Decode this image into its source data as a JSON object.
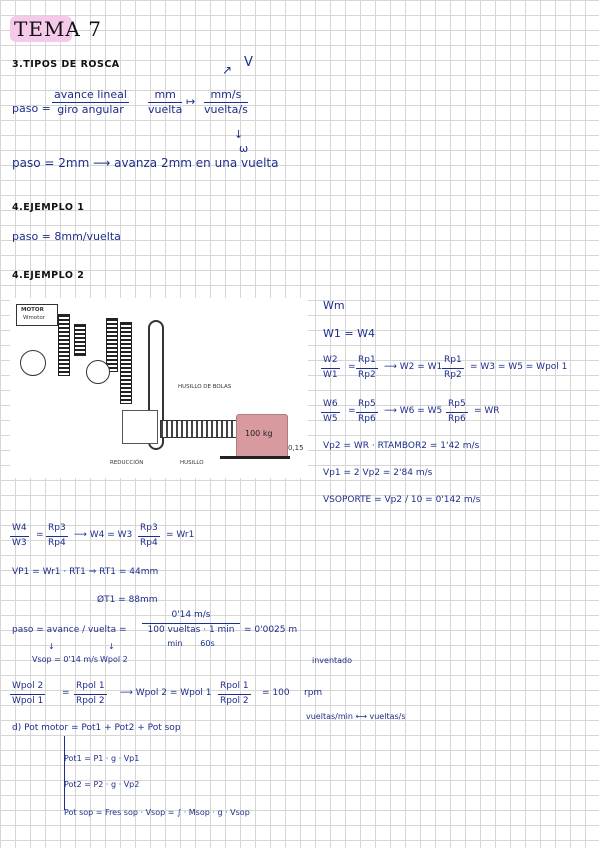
{
  "title": "TEMA 7",
  "section3": {
    "heading": "3.TIPOS DE ROSCA",
    "paso_label": "paso =",
    "frac_num": "avance lineal",
    "frac_den": "giro angular",
    "unit_num": "mm",
    "unit_den": "vuelta",
    "conv_num": "mm/s",
    "conv_den": "vuelta/s",
    "v_label": "V",
    "w_label": "ω",
    "example_line": "paso = 2mm ⟶ avanza 2mm en una vuelta"
  },
  "section4": {
    "heading": "4.EJEMPLO 1",
    "line": "paso = 8mm/vuelta"
  },
  "section5": {
    "heading": "4.EJEMPLO 2"
  },
  "diagram": {
    "motor_label": "MOTOR",
    "motor_sub": "Wmotor",
    "load_label": "100 kg",
    "screw_label": "HUSILLO DE BOLAS",
    "bottom_left": "REDUCCIÓN",
    "bottom_right": "HUSILLO",
    "dim_label": "0,15"
  },
  "right_notes": {
    "l1": "Wm",
    "l2": "W1 = W4",
    "eq3_num1": "W2",
    "eq3_den1": "W1",
    "eq3_num2": "Rp1",
    "eq3_den2": "Rp2",
    "eq3_rest_a": "⟶ W2 = W1",
    "eq3_num3": "Rp1",
    "eq3_den3": "Rp2",
    "eq3_rest_b": "= W3 = W5 = Wpol 1",
    "eq4_num1": "W6",
    "eq4_den1": "W5",
    "eq4_num2": "Rp5",
    "eq4_den2": "Rp6",
    "eq4_rest_a": "⟶ W6 = W5",
    "eq4_num3": "Rp5",
    "eq4_den3": "Rp6",
    "eq4_rest_b": "= WR",
    "l5": "Vp2 = WR · RTAMBOR2 = 1'42 m/s",
    "l6": "Vp1 = 2 Vp2 = 2'84 m/s",
    "l7": "VSOPORTE = Vp2 / 10 = 0'142 m/s"
  },
  "lower": {
    "eq1_num1": "W4",
    "eq1_den1": "W3",
    "eq1_num2": "Rp3",
    "eq1_den2": "Rp4",
    "eq1_rest_a": "⟶ W4 = W3",
    "eq1_num3": "Rp3",
    "eq1_den3": "Rp4",
    "eq1_rest_b": "= Wr1",
    "l2": "VP1 = Wr1 · RT1 ⇒ RT1 = 44mm",
    "l3": "ØT1 = 88mm",
    "paso_line": "paso = avance / vuelta =",
    "paso_num": "0'14 m/s",
    "paso_den_a": "100 vueltas",
    "paso_den_b": "min",
    "paso_den_c": "1 min",
    "paso_den_d": "60s",
    "paso_result": "= 0'0025 m",
    "sub_a": "Vsop = 0'14 m/s",
    "sub_b": "Wpol 2",
    "inventado": "inventado",
    "eq_num1": "Wpol 2",
    "eq_den1": "Wpol 1",
    "eq_num2": "Rpol 1",
    "eq_den2": "Rpol 2",
    "eq_rest_a": "⟶ Wpol 2 = Wpol 1",
    "eq_num3": "Rpol 1",
    "eq_den3": "Rpol 2",
    "eq_rest_b": "= 100",
    "rpm": "rpm",
    "vueltas": "vueltas/min ⟷ vueltas/s",
    "d_line": "d) Pot motor = Pot1 + Pot2 + Pot sop",
    "p1": "Pot1 = P1 · g · Vp1",
    "p2": "Pot2 = P2 · g · Vp2",
    "p3": "Pot sop = Fres sop · Vsop = ∫ · Msop · g · Vsop"
  }
}
